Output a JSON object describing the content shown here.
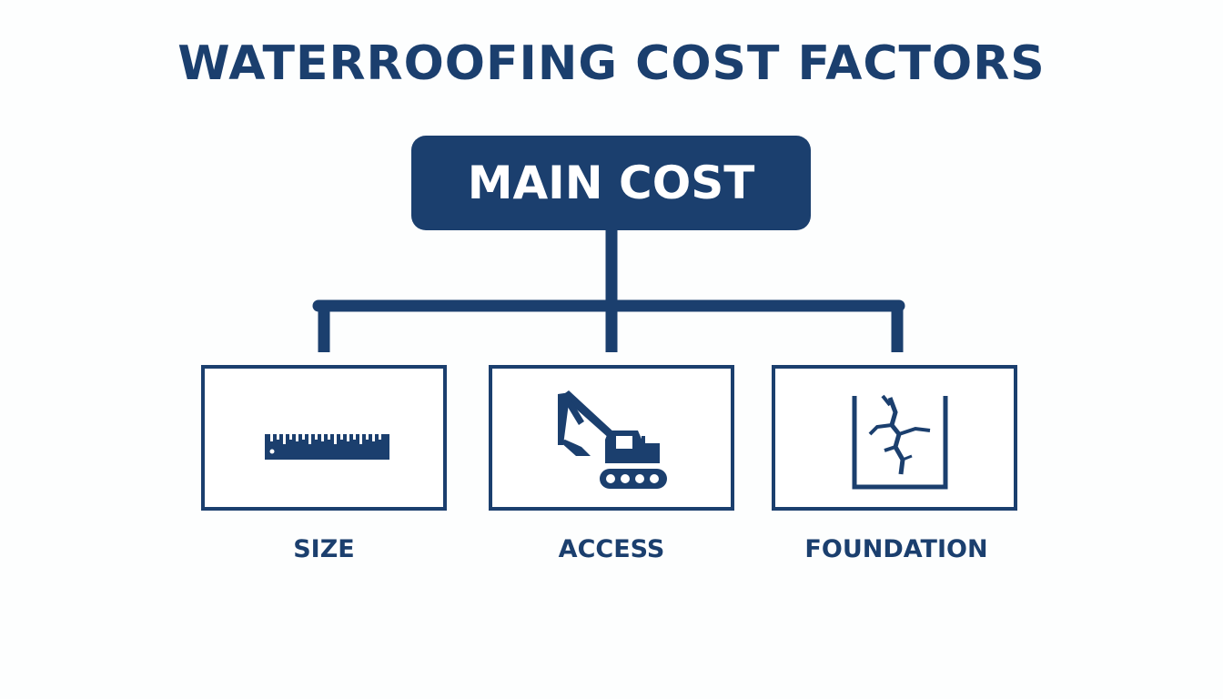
{
  "title": "WATERROOFING COST FACTORS",
  "root": {
    "label": "MAIN COST"
  },
  "children": [
    {
      "label": "SIZE",
      "icon": "ruler-icon"
    },
    {
      "label": "ACCESS",
      "icon": "excavator-icon"
    },
    {
      "label": "FOUNDATION",
      "icon": "cracked-foundation-icon"
    }
  ],
  "colors": {
    "primary": "#1b3f6e",
    "background": "#fdfefe"
  }
}
